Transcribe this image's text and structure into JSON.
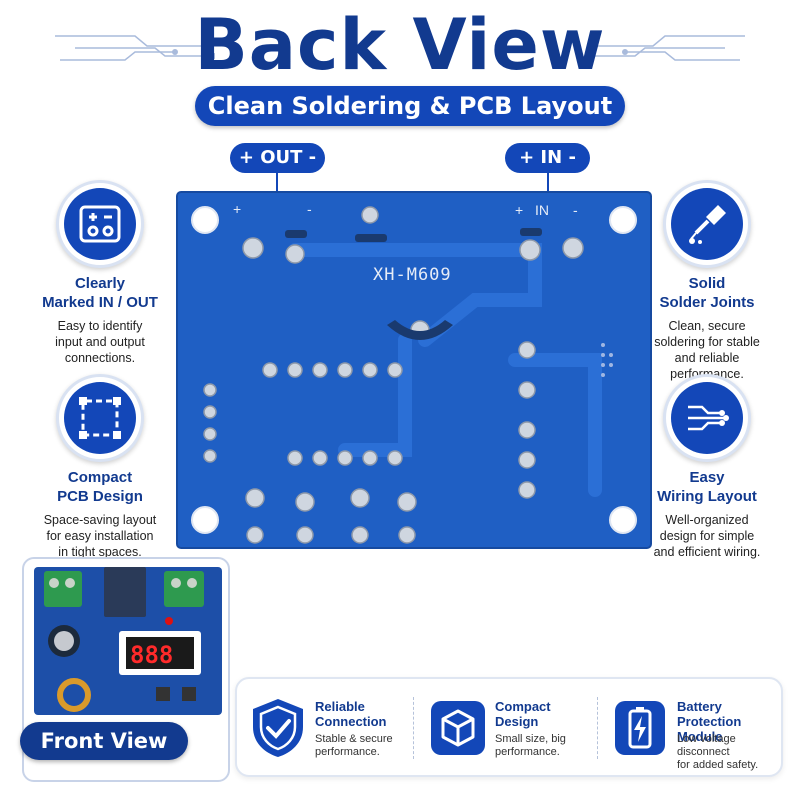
{
  "header": {
    "title": "Back View",
    "subtitle": "Clean Soldering & PCB Layout"
  },
  "board": {
    "out_label": "+ OUT -",
    "in_label": "+ IN -",
    "silkscreen_model": "XH-M609",
    "silk_plus_left": "+",
    "silk_minus_left": "-",
    "silk_plus_right": "+",
    "silk_in": "IN",
    "silk_minus_right": "-"
  },
  "features_left": [
    {
      "icon": "terminal-block-icon",
      "title_line1": "Clearly",
      "title_line2": "Marked IN / OUT",
      "desc_line1": "Easy to identify",
      "desc_line2": "input and output",
      "desc_line3": "connections."
    },
    {
      "icon": "compact-frame-icon",
      "title_line1": "Compact",
      "title_line2": "PCB Design",
      "desc_line1": "Space-saving layout",
      "desc_line2": "for easy installation",
      "desc_line3": "in tight spaces."
    }
  ],
  "features_right": [
    {
      "icon": "soldering-iron-icon",
      "title_line1": "Solid",
      "title_line2": "Solder Joints",
      "desc_line1": "Clean, secure",
      "desc_line2": "soldering for stable",
      "desc_line3": "and reliable",
      "desc_line4": "performance."
    },
    {
      "icon": "circuit-traces-icon",
      "title_line1": "Easy",
      "title_line2": "Wiring Layout",
      "desc_line1": "Well-organized",
      "desc_line2": "design for simple",
      "desc_line3": "and efficient wiring."
    }
  ],
  "front": {
    "button_label": "Front View",
    "display_value": "888"
  },
  "bottom": [
    {
      "icon": "shield-check-icon",
      "title_line1": "Reliable",
      "title_line2": "Connection",
      "desc_line1": "Stable & secure",
      "desc_line2": "performance."
    },
    {
      "icon": "cube-icon",
      "title_line1": "Compact",
      "title_line2": "Design",
      "desc_line1": "Small size, big",
      "desc_line2": "performance."
    },
    {
      "icon": "battery-bolt-icon",
      "title_line1": "Battery",
      "title_line2": "Protection Module",
      "desc_line1": "Low voltage disconnect",
      "desc_line2": "for added safety."
    }
  ],
  "colors": {
    "brand_blue": "#1347b8",
    "title_blue": "#123a8f",
    "pcb_blue": "#1f5fc4",
    "terminal_green": "#2e9a4f"
  }
}
